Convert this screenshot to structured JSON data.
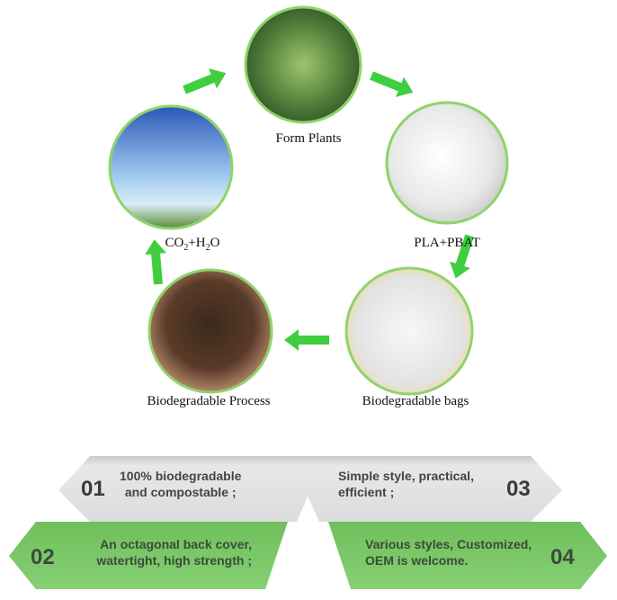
{
  "cycle": {
    "stages": [
      {
        "label": "Form Plants",
        "image": "corn-plants"
      },
      {
        "label": "PLA+PBAT",
        "image": "white-pellets"
      },
      {
        "label": "Biodegradable bags",
        "image": "plastic-bags"
      },
      {
        "label": "Biodegradable Process",
        "image": "soil-in-hands"
      },
      {
        "label_parts": [
          "CO",
          "2",
          "+H",
          "2",
          "O"
        ],
        "image": "sky-seedling"
      }
    ]
  },
  "features": [
    {
      "num": "01",
      "line1": "100% biodegradable",
      "line2": "and compostable ;"
    },
    {
      "num": "02",
      "line1": "An octagonal back cover,",
      "line2": "watertight, high strength ;"
    },
    {
      "num": "03",
      "line1": "Simple style, practical,",
      "line2": "efficient ;"
    },
    {
      "num": "04",
      "line1": "Various styles, Customized,",
      "line2": "OEM is welcome."
    }
  ],
  "colors": {
    "arrow": "#3fce3f",
    "ring": "#8fd36a",
    "grey_band": "#e2e2e2",
    "green_band": "#7ccb6a"
  }
}
